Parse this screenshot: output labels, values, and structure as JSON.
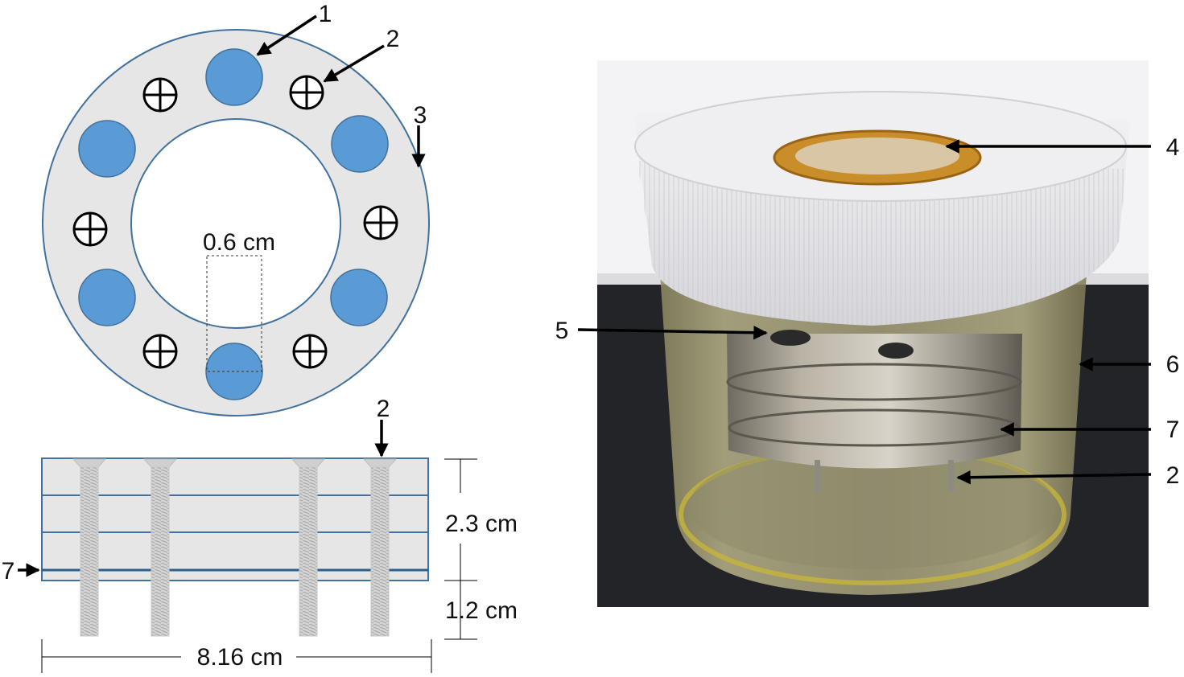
{
  "callouts": {
    "top_view": {
      "hole": "1",
      "screw": "2",
      "ring_edge": "3"
    },
    "side_view": {
      "screw": "2",
      "layer": "7"
    },
    "photo": {
      "disc": "4",
      "hole": "5",
      "container": "6",
      "layer": "7",
      "screw": "2"
    }
  },
  "dimensions": {
    "hole_width": "0.6 cm",
    "stack_height": "2.3 cm",
    "screw_extension": "1.2 cm",
    "diameter": "8.16 cm"
  },
  "colors": {
    "ring_fill": "#e6e6e6",
    "ring_edge": "#41719c",
    "hole_fill": "#5b9bd5",
    "arrow": "#000000"
  },
  "icons": {
    "screw_top": "screw-head-cross-icon"
  }
}
